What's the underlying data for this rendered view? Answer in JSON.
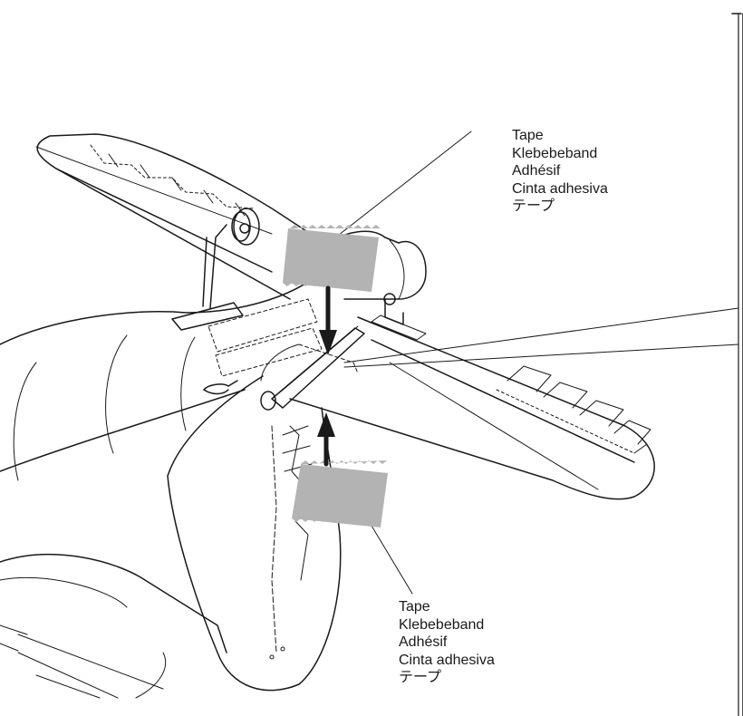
{
  "callouts": {
    "top": {
      "lines": [
        "Tape",
        "Klebebeband",
        "Adhésif",
        "Cinta adhesiva",
        "テープ"
      ]
    },
    "bottom": {
      "lines": [
        "Tape",
        "Klebebeband",
        "Adhésif",
        "Cinta adhesiva",
        "テープ"
      ]
    }
  },
  "colors": {
    "line": "#1a1a1a",
    "tape_fill": "#b3b3b3",
    "background": "#ffffff"
  },
  "icons": {
    "arrow_down": "down-arrow-icon",
    "arrow_up": "up-arrow-icon"
  }
}
